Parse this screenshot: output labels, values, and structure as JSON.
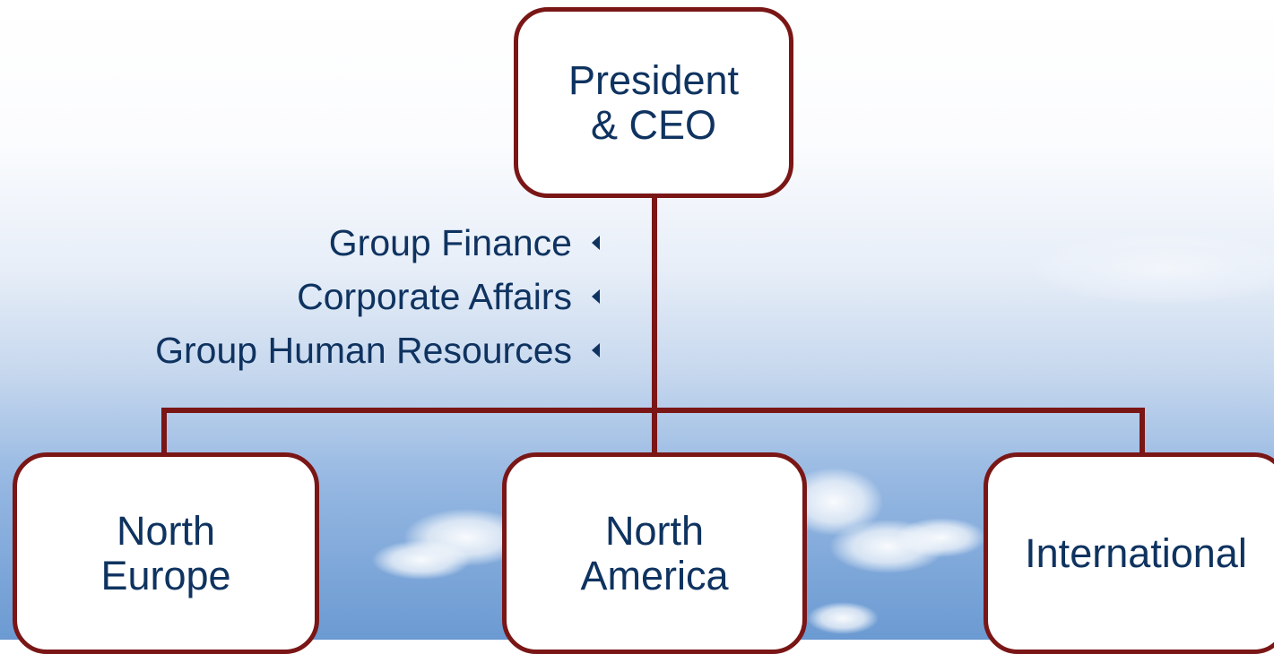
{
  "diagram": {
    "top": {
      "label": "President\n& CEO"
    },
    "staff_functions": [
      {
        "label": "Group Finance"
      },
      {
        "label": "Corporate Affairs"
      },
      {
        "label": "Group Human Resources"
      }
    ],
    "regions": [
      {
        "label": "North\nEurope"
      },
      {
        "label": "North\nAmerica"
      },
      {
        "label": "International"
      }
    ]
  },
  "colors": {
    "connector": "#7a1616",
    "box_border": "#7a1616",
    "text": "#0f3360",
    "sky_top": "#ffffff",
    "sky_bottom": "#6b9ad2"
  }
}
